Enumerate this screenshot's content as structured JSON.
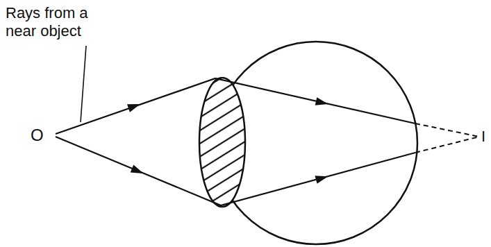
{
  "diagram": {
    "labels": [
      "Rays from a near object",
      "O",
      "I"
    ]
  }
}
